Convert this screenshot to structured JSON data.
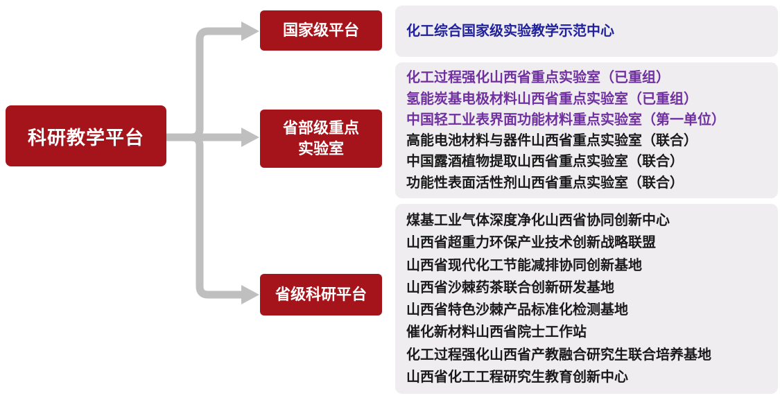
{
  "colors": {
    "red": "#A6141B",
    "panel_bg": "#EFEDF0",
    "arrow": "#BFBFBF",
    "blue": "#21219C",
    "purple": "#7030A0",
    "black": "#1A1A1A"
  },
  "root": {
    "label": "科研教学平台"
  },
  "branches": [
    {
      "label": "国家级平台",
      "items": [
        {
          "text": "化工综合国家级实验教学示范中心",
          "color": "blue"
        }
      ]
    },
    {
      "label": "省部级重点\n实验室",
      "items": [
        {
          "text": "化工过程强化山西省重点实验室（已重组）",
          "color": "purple"
        },
        {
          "text": "氢能炭基电极材料山西省重点实验室（已重组）",
          "color": "purple"
        },
        {
          "text": "中国轻工业表界面功能材料重点实验室（第一单位）",
          "color": "purple"
        },
        {
          "text": "高能电池材料与器件山西省重点实验室（联合）",
          "color": "black"
        },
        {
          "text": "中国露酒植物提取山西省重点实验室（联合）",
          "color": "black"
        },
        {
          "text": "功能性表面活性剂山西省重点实验室（联合）",
          "color": "black"
        }
      ]
    },
    {
      "label": "省级科研平台",
      "items": [
        {
          "text": "煤基工业气体深度净化山西省协同创新中心",
          "color": "black"
        },
        {
          "text": "山西省超重力环保产业技术创新战略联盟",
          "color": "black"
        },
        {
          "text": "山西省现代化工节能减排协同创新基地",
          "color": "black"
        },
        {
          "text": "山西省沙棘药茶联合创新研发基地",
          "color": "black"
        },
        {
          "text": "山西省特色沙棘产品标准化检测基地",
          "color": "black"
        },
        {
          "text": "催化新材料山西省院士工作站",
          "color": "black"
        },
        {
          "text": "化工过程强化山西省产教融合研究生联合培养基地",
          "color": "black"
        },
        {
          "text": "山西省化工工程研究生教育创新中心",
          "color": "black"
        }
      ]
    }
  ]
}
